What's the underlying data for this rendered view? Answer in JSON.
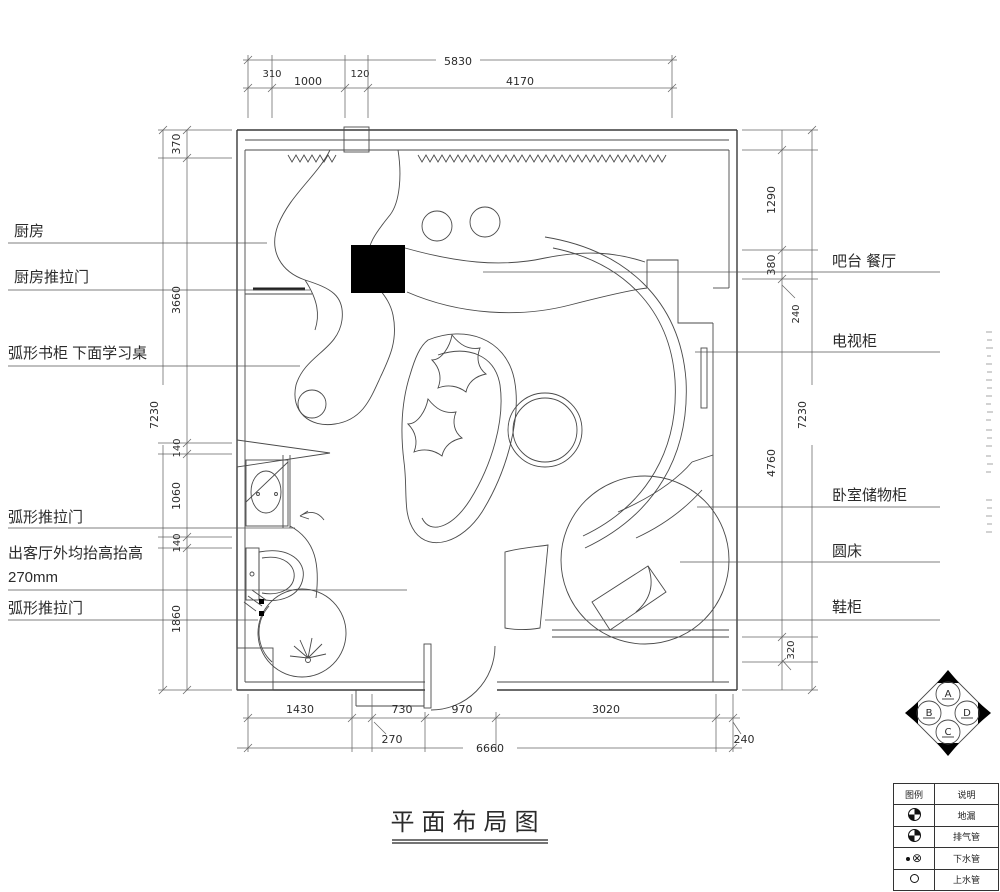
{
  "title": "平面布局图",
  "plan": {
    "left_labels": [
      {
        "text": "厨房"
      },
      {
        "text": "厨房推拉门"
      },
      {
        "text": "弧形书柜 下面学习桌"
      },
      {
        "text": "弧形推拉门"
      },
      {
        "text": "出客厅外均抬高抬高"
      },
      {
        "text": "270mm"
      },
      {
        "text": "弧形推拉门"
      }
    ],
    "right_labels": [
      {
        "text": "吧台 餐厅"
      },
      {
        "text": "电视柜"
      },
      {
        "text": "卧室储物柜"
      },
      {
        "text": "圆床"
      },
      {
        "text": "鞋柜"
      }
    ]
  },
  "dimensions": {
    "top": {
      "overall": "5830",
      "seg1": "310",
      "seg2": "1000",
      "seg3": "120",
      "seg4": "4170"
    },
    "bottom": {
      "overall": "6660",
      "seg1": "1430",
      "seg2": "270",
      "seg3": "730",
      "seg4": "970",
      "seg5": "3020",
      "seg6": "240"
    },
    "left": {
      "overall": "7230",
      "seg1": "370",
      "seg2": "3660",
      "seg3": "140",
      "seg4": "1060",
      "seg5": "140",
      "seg6": "1860"
    },
    "right": {
      "overall": "7230",
      "seg1": "1290",
      "seg2": "380",
      "seg3": "240",
      "seg4": "4760",
      "seg5": "320"
    }
  },
  "elevation_marker": {
    "top": "A",
    "left": "B",
    "bottom": "C",
    "right": "D"
  },
  "legend": {
    "header_symbol": "图例",
    "header_desc": "说明",
    "rows": [
      {
        "label": "地漏"
      },
      {
        "label": "排气管"
      },
      {
        "label": "下水管"
      },
      {
        "label": "上水管"
      }
    ]
  }
}
